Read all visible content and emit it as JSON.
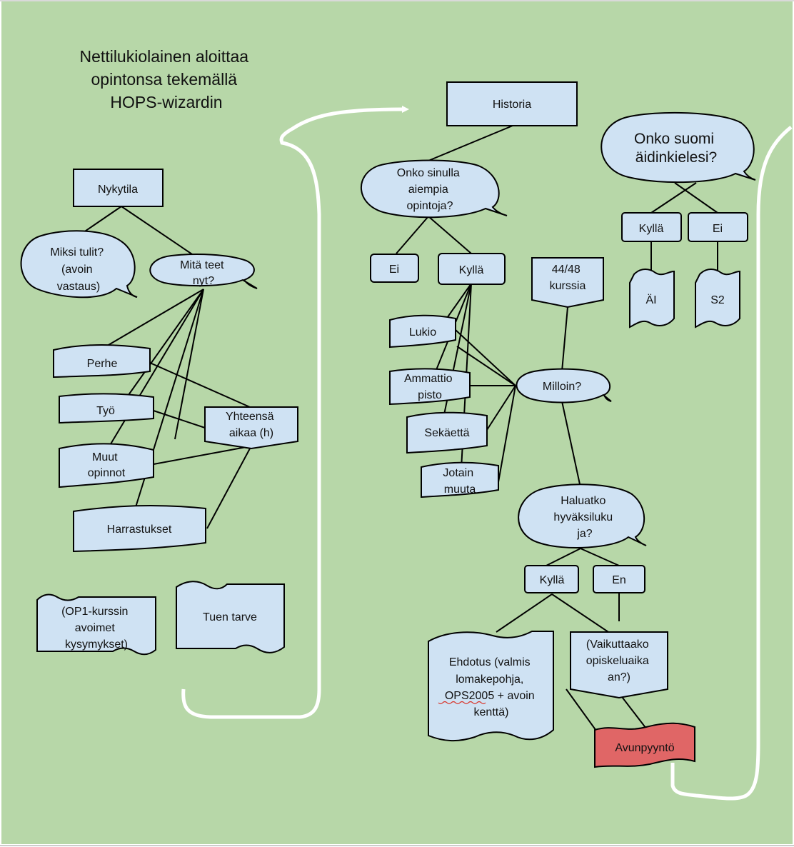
{
  "title_lines": [
    "Nettilukiolainen aloittaa",
    "opintonsa tekemällä",
    "HOPS-wizardin"
  ],
  "nodes": {
    "nykytila": [
      "Nykytila"
    ],
    "miksi_tulit": [
      "Miksi tulit?",
      "(avoin",
      "vastaus)"
    ],
    "mita_teet": [
      "Mitä teet",
      "nyt?"
    ],
    "perhe": [
      "Perhe"
    ],
    "tyo": [
      "Työ"
    ],
    "muut_opinnot": [
      "Muut",
      "opinnot"
    ],
    "harrastukset": [
      "Harrastukset"
    ],
    "yhteensa": [
      "Yhteensä",
      "aikaa (h)"
    ],
    "op1": [
      "(OP1-kurssin",
      "avoimet",
      "kysymykset)"
    ],
    "tuen_tarve": [
      "Tuen tarve"
    ],
    "historia": [
      "Historia"
    ],
    "onko_sinulla": [
      "Onko sinulla",
      "aiempia",
      "opintoja?"
    ],
    "ei_1": [
      "Ei"
    ],
    "kylla_1": [
      "Kyllä"
    ],
    "lukio": [
      "Lukio"
    ],
    "ammattiopisto": [
      "Ammattio",
      "pisto"
    ],
    "sekaetta": [
      "Sekäettä"
    ],
    "jotain_muuta": [
      "Jotain",
      "muuta"
    ],
    "kurssia": [
      "44/48",
      "kurssia"
    ],
    "milloin": [
      "Milloin?"
    ],
    "haluatko": [
      "Haluatko",
      "hyväksiluku",
      "ja?"
    ],
    "kylla_2": [
      "Kyllä"
    ],
    "en": [
      "En"
    ],
    "ehdotus": [
      "Ehdotus (valmis",
      "lomakepohja,",
      "OPS2005 + avoin",
      "kenttä)"
    ],
    "vaikuttaako": [
      "(Vaikuttaako",
      "opiskeluaika",
      "an?)"
    ],
    "avunpyynto": [
      "Avunpyyntö"
    ],
    "onko_suomi": [
      "Onko suomi",
      "äidinkielesi?"
    ],
    "kylla_3": [
      "Kyllä"
    ],
    "ei_2": [
      "Ei"
    ],
    "ai": [
      "ÄI"
    ],
    "s2": [
      "S2"
    ]
  },
  "colors": {
    "background": "#b7d7a8",
    "shape_fill": "#cfe2f3",
    "highlight_fill": "#e06666",
    "stroke": "#000000",
    "flow_line": "#ffffff",
    "spell_underline": "#d93025"
  }
}
